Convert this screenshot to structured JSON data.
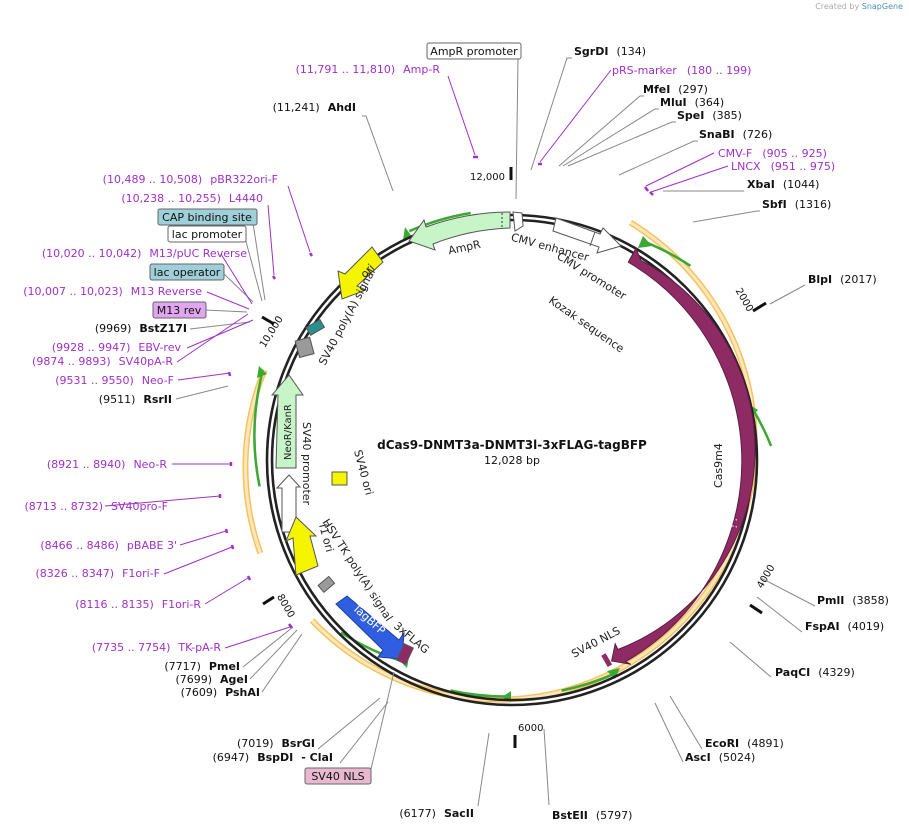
{
  "credit": {
    "prefix": "Created by",
    "brand": "SnapGene"
  },
  "plasmid": {
    "name": "dCas9-DNMT3a-DNMT3l-3xFLAG-tagBFP",
    "length_label": "12,028 bp",
    "length": 12028
  },
  "tick_labels": [
    "12,000",
    "2000",
    "4000",
    "6000",
    "8000",
    "10,000"
  ],
  "enzymes": [
    {
      "name": "SgrDI",
      "pos": "(134)"
    },
    {
      "name": "MfeI",
      "pos": "(297)"
    },
    {
      "name": "MluI",
      "pos": "(364)"
    },
    {
      "name": "SpeI",
      "pos": "(385)"
    },
    {
      "name": "SnaBI",
      "pos": "(726)"
    },
    {
      "name": "XbaI",
      "pos": "(1044)"
    },
    {
      "name": "SbfI",
      "pos": "(1316)"
    },
    {
      "name": "BlpI",
      "pos": "(2017)"
    },
    {
      "name": "PmlI",
      "pos": "(3858)"
    },
    {
      "name": "FspAI",
      "pos": "(4019)"
    },
    {
      "name": "PaqCI",
      "pos": "(4329)"
    },
    {
      "name": "EcoRI",
      "pos": "(4891)"
    },
    {
      "name": "AscI",
      "pos": "(5024)"
    },
    {
      "name": "BstEII",
      "pos": "(5797)"
    },
    {
      "name": "SacII",
      "pos": "(6177)"
    },
    {
      "name": "BsrGI",
      "pos": "(7019)"
    },
    {
      "name": "BspDI",
      "pos": "(6947)",
      "extra": "- ClaI"
    },
    {
      "name": "PshAI",
      "pos": "(7609)"
    },
    {
      "name": "AgeI",
      "pos": "(7699)"
    },
    {
      "name": "PmeI",
      "pos": "(7717)"
    },
    {
      "name": "RsrII",
      "pos": "(9511)"
    },
    {
      "name": "BstZ17I",
      "pos": "(9969)"
    },
    {
      "name": "AhdI",
      "pos": "(11,241)"
    }
  ],
  "primers": [
    {
      "pos": "(11,791 .. 11,810)",
      "name": "Amp-R"
    },
    {
      "name": "pRS-marker",
      "pos": "(180 .. 199)"
    },
    {
      "name": "CMV-F",
      "pos": "(905 .. 925)"
    },
    {
      "name": "LNCX",
      "pos": "(951 .. 975)"
    },
    {
      "pos": "(10,489 .. 10,508)",
      "name": "pBR322ori-F"
    },
    {
      "pos": "(10,238 .. 10,255)",
      "name": "L4440"
    },
    {
      "pos": "(10,020 .. 10,042)",
      "name": "M13/pUC Reverse"
    },
    {
      "pos": "(10,007 .. 10,023)",
      "name": "M13 Reverse"
    },
    {
      "pos": "(9928 .. 9947)",
      "name": "EBV-rev"
    },
    {
      "pos": "(9874 .. 9893)",
      "name": "SV40pA-R"
    },
    {
      "pos": "(9531 .. 9550)",
      "name": "Neo-F"
    },
    {
      "pos": "(8921 .. 8940)",
      "name": "Neo-R"
    },
    {
      "pos": "(8713 .. 8732)",
      "name": "SV40pro-F"
    },
    {
      "pos": "(8466 .. 8486)",
      "name": "pBABE 3'"
    },
    {
      "pos": "(8326 .. 8347)",
      "name": "F1ori-F"
    },
    {
      "pos": "(8116 .. 8135)",
      "name": "F1ori-R"
    },
    {
      "pos": "(7735 .. 7754)",
      "name": "TK-pA-R"
    }
  ],
  "boxed_labels": {
    "ampr_promoter": "AmpR promoter",
    "cap_binding_site": "CAP binding site",
    "lac_promoter": "lac promoter",
    "lac_operator": "lac operator",
    "m13_rev": "M13 rev",
    "sv40_nls_box": "SV40 NLS"
  },
  "features": {
    "ampr": "AmpR",
    "cmv_enhancer": "CMV enhancer",
    "cmv_promoter": "CMV promoter",
    "kozak": "Kozak sequence",
    "cas9m4": "Cas9m4",
    "sv40_nls": "SV40 NLS",
    "ori": "ori",
    "sv40_polya": "SV40 poly(A) signal",
    "neor": "NeoR/KanR",
    "sv40_promoter": "SV40 promoter",
    "sv40_ori": "SV40 ori",
    "f1_ori": "f1 ori",
    "hsv_tk": "HSV TK poly(A) signal",
    "tagbfp": "TagBFP",
    "flag": "3xFLAG"
  },
  "colors": {
    "backbone": "#222222",
    "cas9": "#8e2b64",
    "ampr": "#c8f5c8",
    "ori": "#f5f500",
    "tagbfp": "#2f5fe0",
    "orf_band": "#f6b73c",
    "orf_arrow": "#3aa832",
    "primer": "#a030c8",
    "enzyme": "#000000",
    "cap_box": "#9fcfd8",
    "m13_box": "#e0a6f0",
    "nls_box": "#e8b8d0"
  }
}
